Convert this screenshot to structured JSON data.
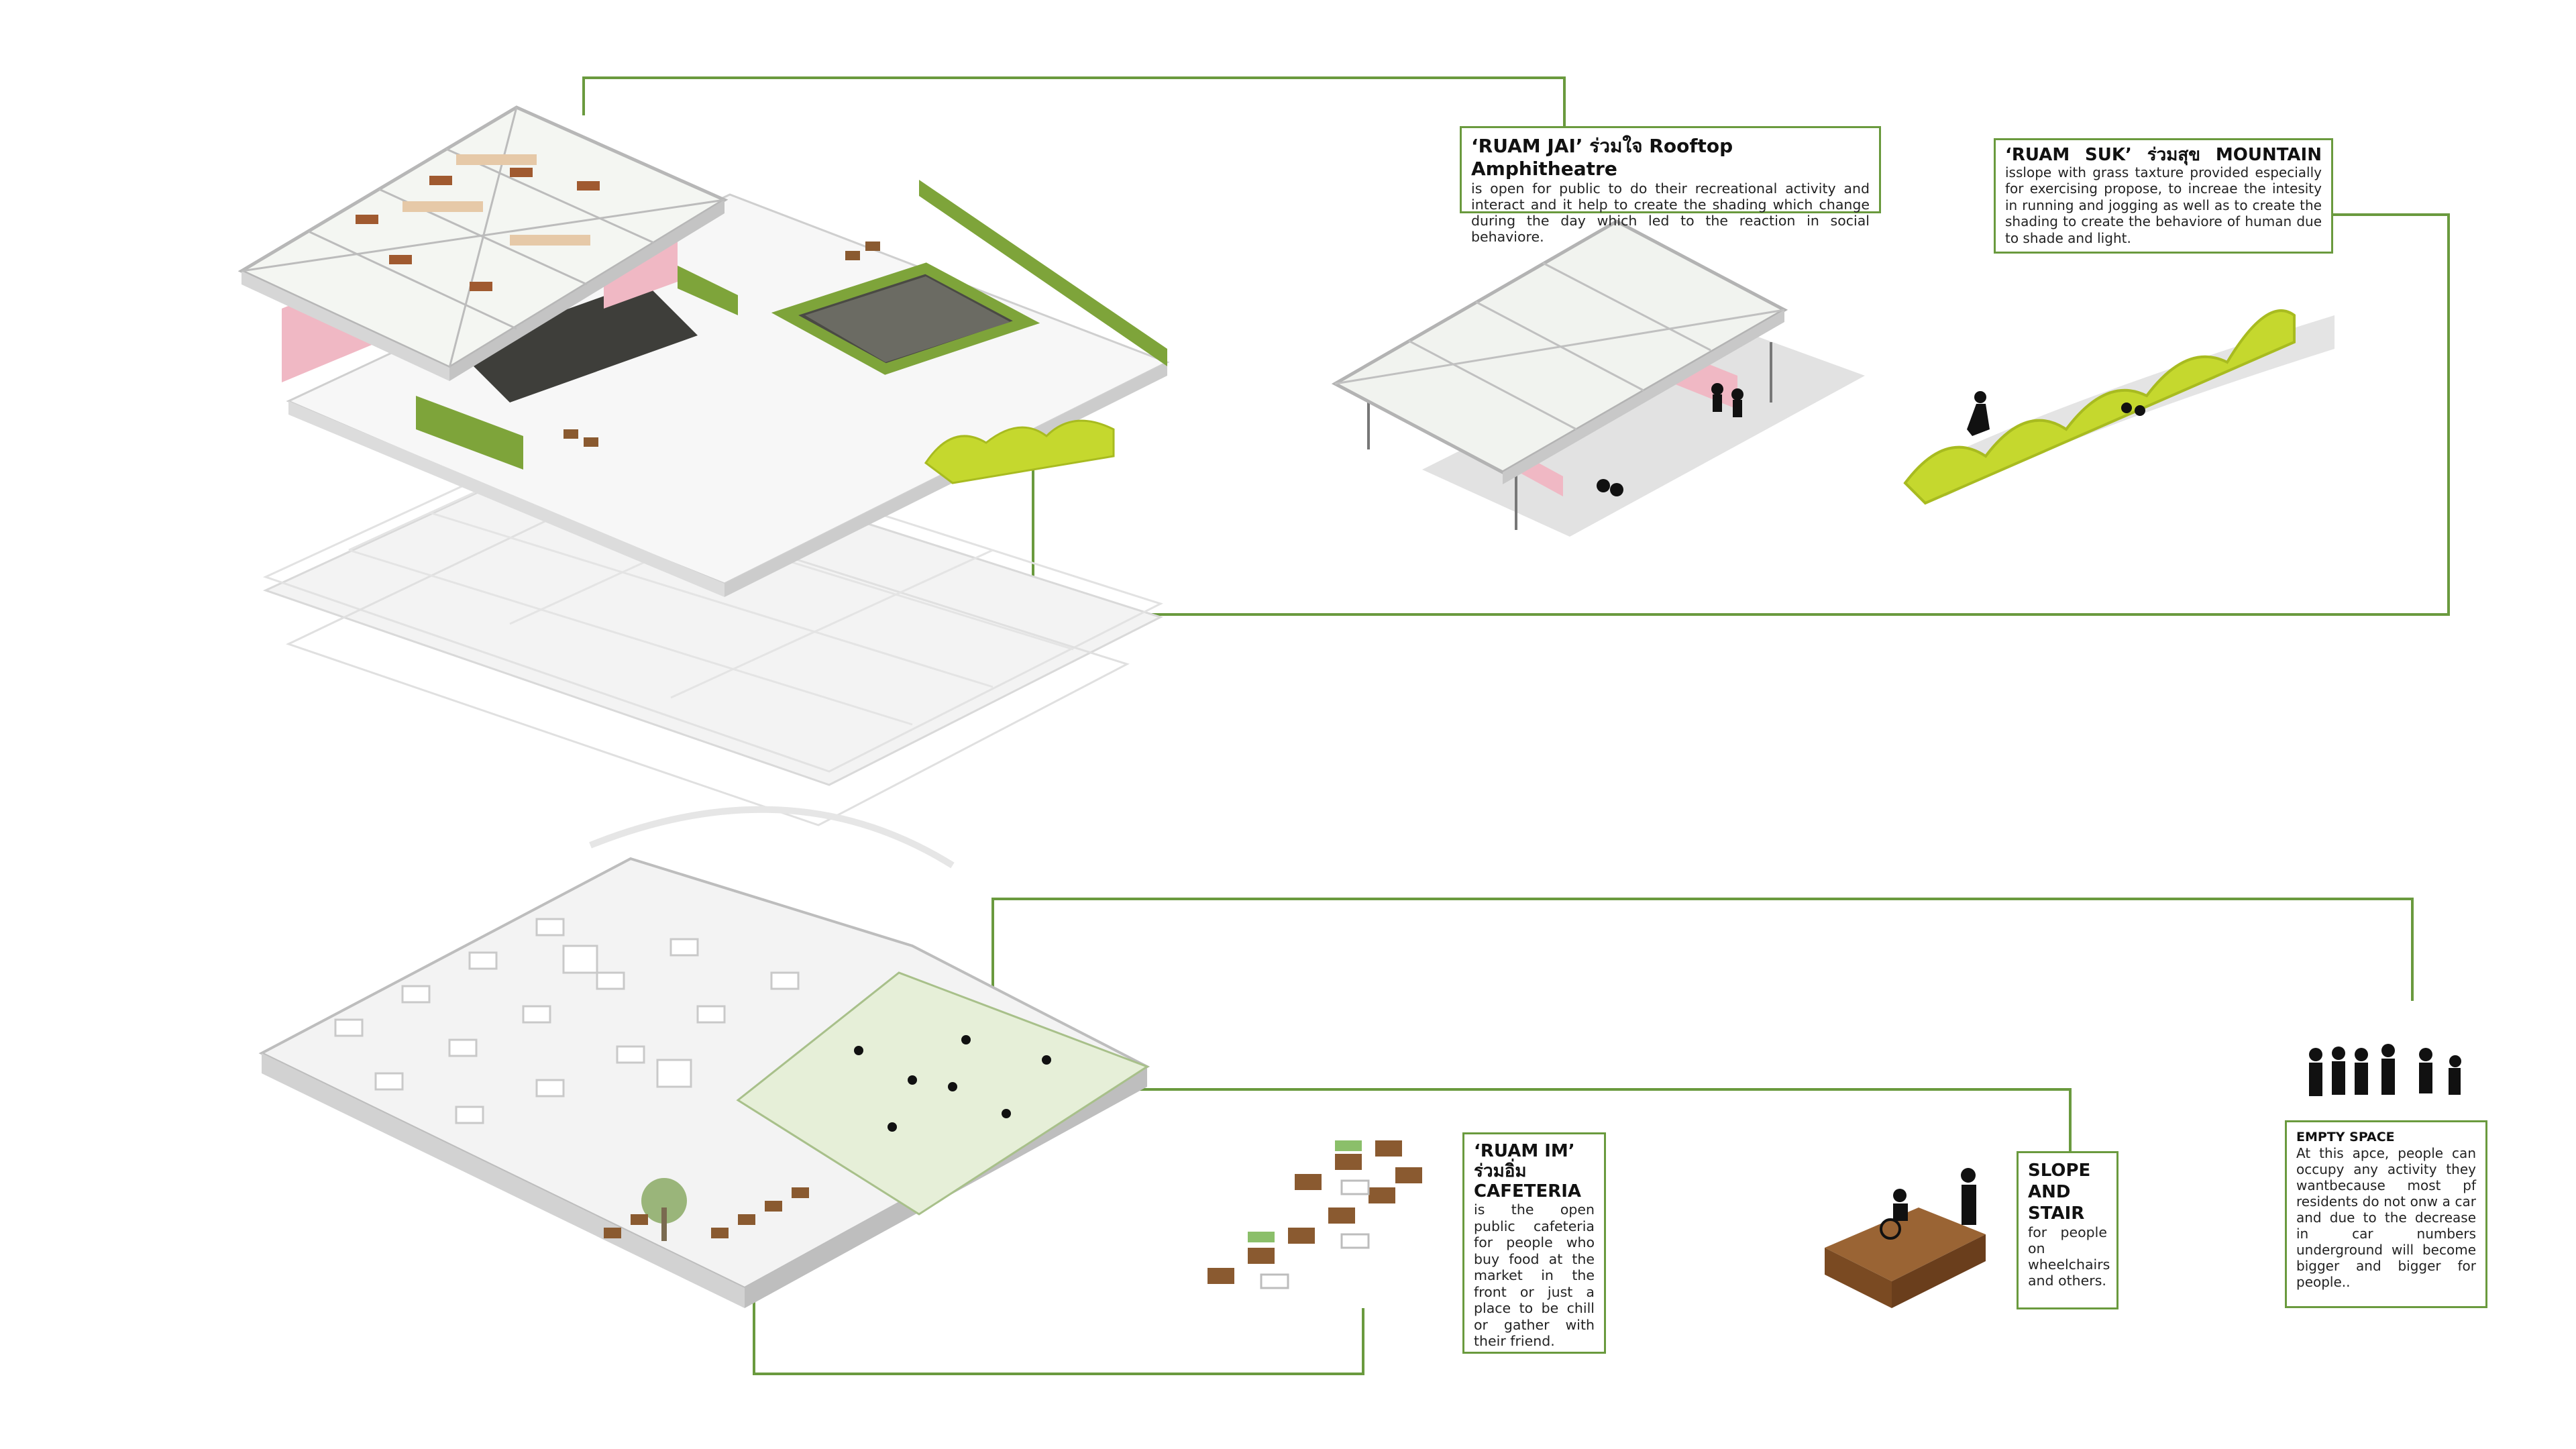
{
  "colors": {
    "leader_line": "#6a9a3e",
    "grass": "#c5d82e",
    "hedge": "#7ea43a",
    "pink_wall": "#f0b8c4",
    "wood": "#8a5a30",
    "lawn_zone": "#e6efd8"
  },
  "callouts": {
    "ruam_jai": {
      "title": "‘RUAM JAI’ ร่วมใจ Rooftop Amphitheatre",
      "body": "is open for public to do their recreational activity and interact and it help to create the shading which change during the day which led to the reaction in social behaviore."
    },
    "ruam_suk": {
      "title": "‘RUAM SUK’ ร่วมสุข MOUNTAIN",
      "body": "isslope with grass taxture provided especially for exercising propose, to increae the intesity in running and jogging as well as to create the shading to create the behaviore of human due to shade and light."
    },
    "ruam_im": {
      "title": "‘RUAM IM’ ร่วมอิ่ม CAFETERIA",
      "body": "is the open public cafeteria for people who buy food at the market in the front or just a place to be chill or gather with their friend."
    },
    "slope_stair": {
      "title": "SLOPE AND STAIR",
      "body": "for people on wheelchairs and others."
    },
    "empty_space": {
      "title": "EMPTY SPACE",
      "body": "At this apce, people can occupy any activity they wantbecause most pf residents do not onw a car and due to the decrease in car numbers underground will become bigger and bigger for people.."
    }
  }
}
